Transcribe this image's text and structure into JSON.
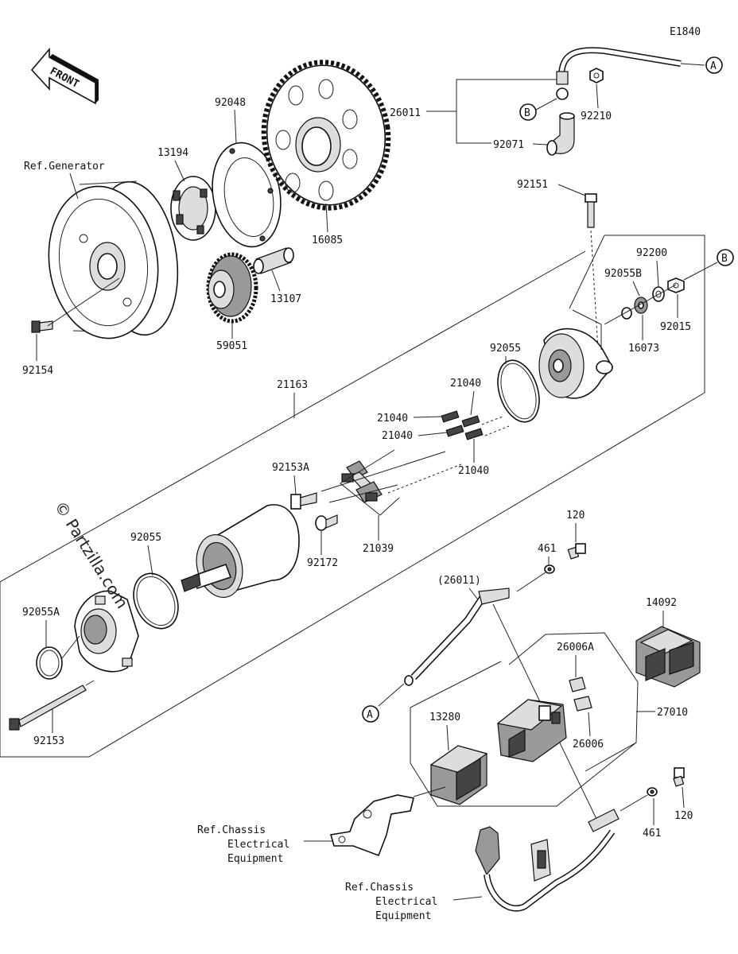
{
  "diagram_code": "E1840",
  "front_label": "FRONT",
  "watermark": "© Partzilla.com",
  "refs": {
    "generator": "Ref.Generator",
    "chassis_line1": "Ref.Chassis",
    "chassis_line2": "Electrical",
    "chassis_line3": "Equipment"
  },
  "markers": {
    "a": "A",
    "b": "B"
  },
  "parts": {
    "p26011": "26011",
    "p92210": "92210",
    "p92071": "92071",
    "p92048": "92048",
    "p13194": "13194",
    "p16085": "16085",
    "p13107": "13107",
    "p59051": "59051",
    "p92154": "92154",
    "p92151": "92151",
    "p92200": "92200",
    "p92055B": "92055B",
    "p92015": "92015",
    "p16073": "16073",
    "p92055": "92055",
    "p21163": "21163",
    "p21040": "21040",
    "p92153A": "92153A",
    "p21039": "21039",
    "p92172": "92172",
    "p461": "461",
    "p120": "120",
    "p26011_ref": "(26011)",
    "p14092": "14092",
    "p92055A": "92055A",
    "p26006A": "26006A",
    "p26006": "26006",
    "p27010": "27010",
    "p13280": "13280",
    "p92153": "92153"
  }
}
